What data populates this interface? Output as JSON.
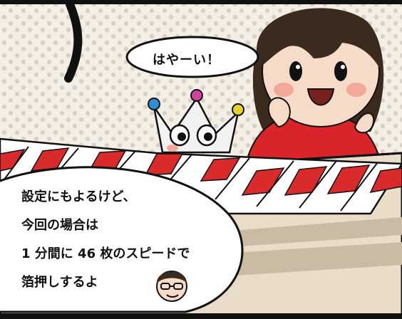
{
  "speech_top": "はやーい！",
  "speech_bottom": {
    "lines": [
      "設定にもよるけど、",
      "今回の場合は",
      "1 分間に 46 枚のスピードで",
      "箔押しするよ"
    ]
  },
  "colors": {
    "panel_bg": "#f3efe6",
    "dot": "#d9d2c4",
    "machine": "#e9dcc8",
    "stripe_red": "#d92b2b",
    "girl_shirt": "#d9252a",
    "hair": "#3b2a1e",
    "skin": "#f6dcc8"
  }
}
